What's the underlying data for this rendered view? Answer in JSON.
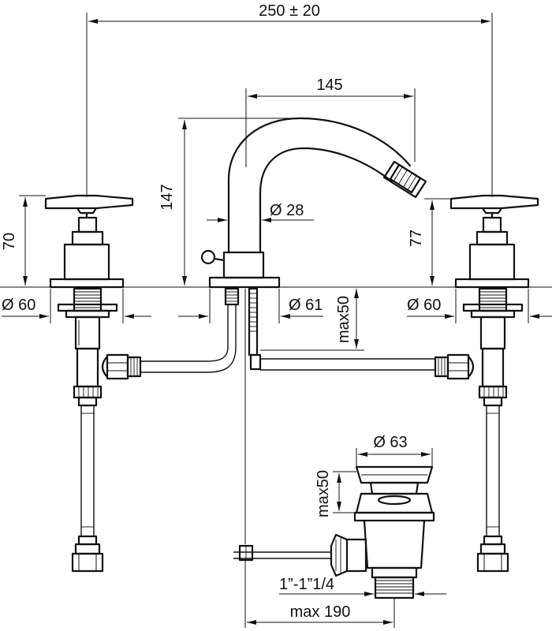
{
  "dimensions": {
    "overall_width": "250 ± 20",
    "spout_reach": "145",
    "spout_height": "147",
    "spout_diameter": "Ø 28",
    "left_handle_height": "70",
    "right_handle_height": "77",
    "left_base_diameter": "Ø 60",
    "center_base_diameter": "Ø 61",
    "right_base_diameter": "Ø 60",
    "deck_thickness_max": "max50",
    "waste_diameter": "Ø 63",
    "waste_depth_max": "max50",
    "waste_thread": "1”-1”1/4",
    "rod_length_max": "max 190"
  },
  "colors": {
    "line": "#111111",
    "background": "#ffffff"
  }
}
